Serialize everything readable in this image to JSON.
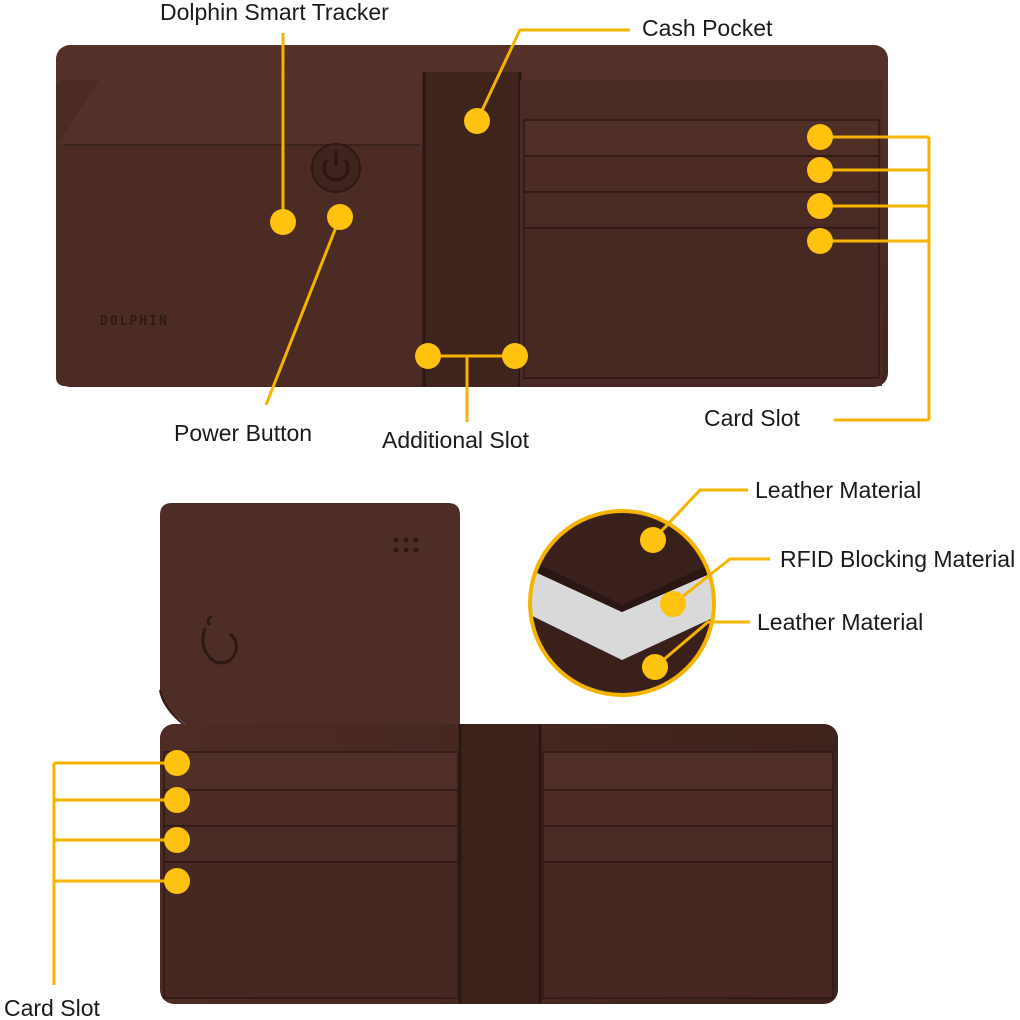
{
  "colors": {
    "leader": "#F5B400",
    "dot": "#FFC20E",
    "leather": "#4A2A24",
    "leather_dark": "#3A201B",
    "leather_light": "#5A352D",
    "rfid": "#D9D9D9",
    "background": "#FFFFFF"
  },
  "top_wallet": {
    "brand_text": "DOLPHIN",
    "labels": {
      "tracker": "Dolphin Smart Tracker",
      "cash_pocket": "Cash Pocket",
      "power_button": "Power Button",
      "additional_slot": "Additional Slot",
      "card_slot": "Card Slot"
    }
  },
  "bottom_wallet": {
    "labels": {
      "card_slot": "Card Slot"
    }
  },
  "layers": {
    "labels": {
      "leather_top": "Leather Material",
      "rfid": "RFID Blocking Material",
      "leather_bottom": "Leather Material"
    }
  },
  "icons": {
    "power": "power-icon",
    "dolphin_logo": "dolphin-logo-icon",
    "speaker_holes": "speaker-holes-icon"
  }
}
